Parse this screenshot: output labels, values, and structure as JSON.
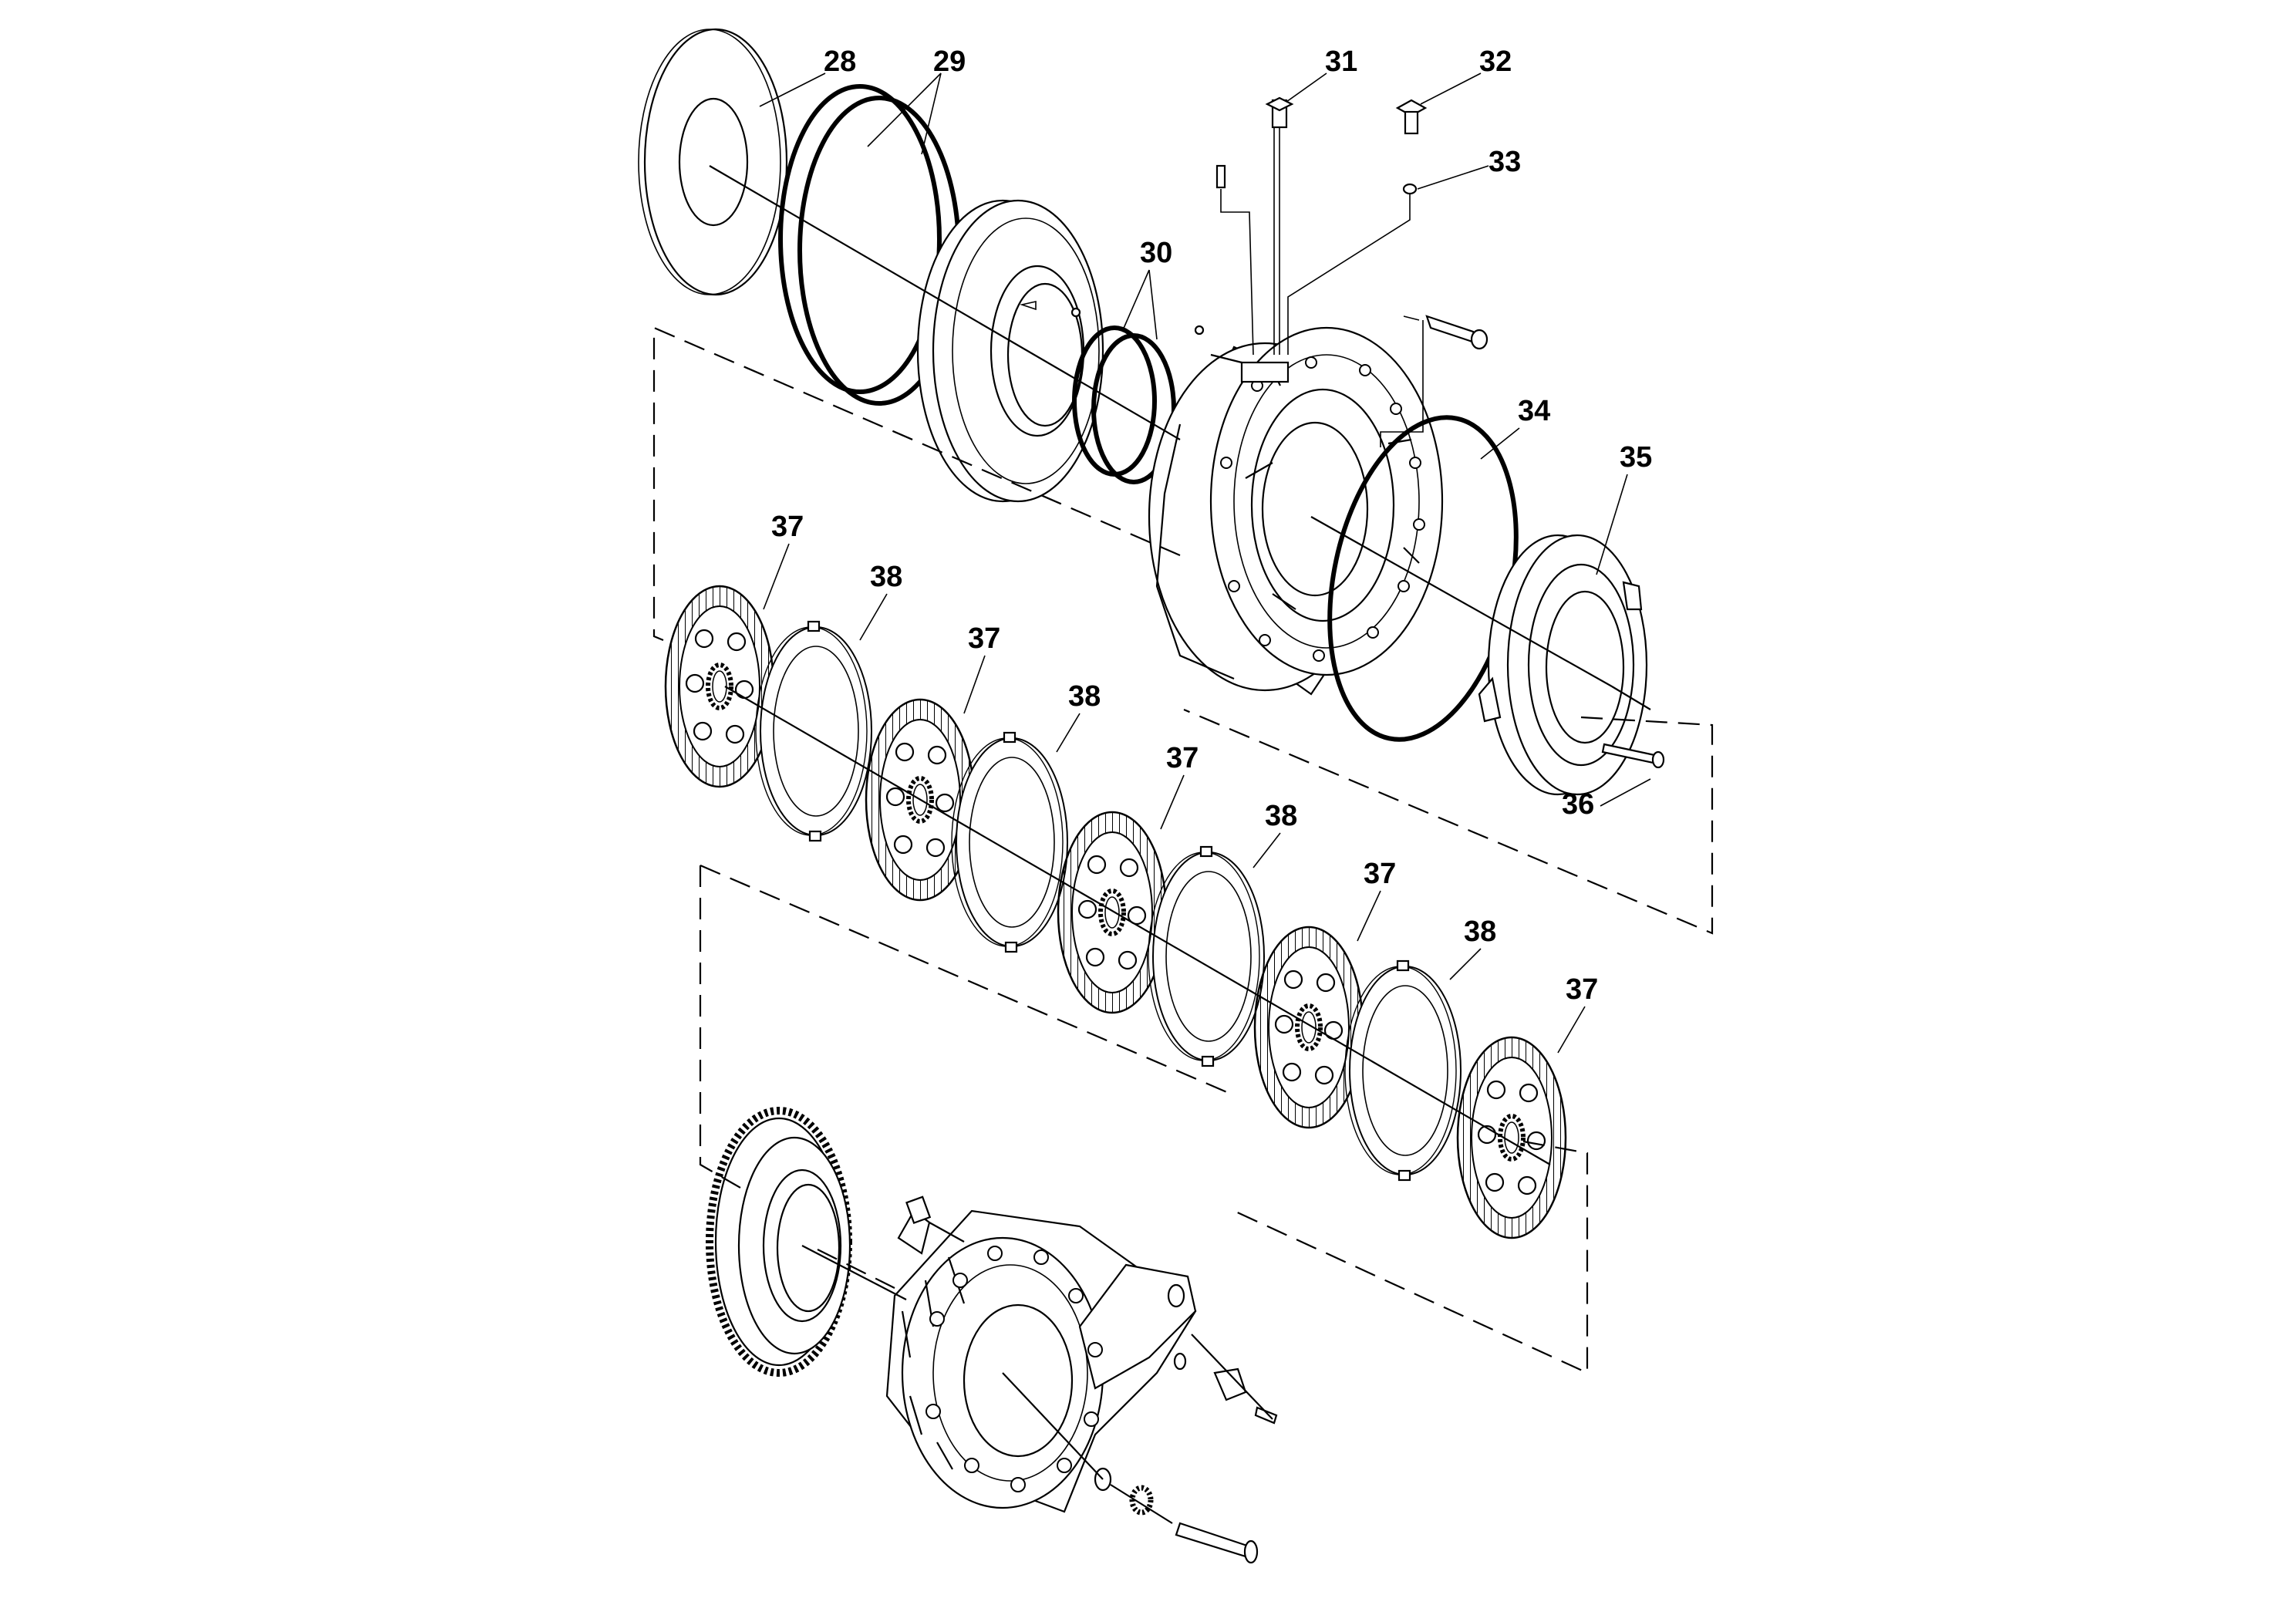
{
  "callouts": {
    "c28": "28",
    "c29": "29",
    "c30": "30",
    "c31": "31",
    "c32": "32",
    "c33": "33",
    "c34": "34",
    "c35": "35",
    "c36": "36",
    "c37a": "37",
    "c38a": "38",
    "c37b": "37",
    "c38b": "38",
    "c37c": "37",
    "c38c": "38",
    "c37d": "37",
    "c38d": "38",
    "c37e": "37"
  }
}
